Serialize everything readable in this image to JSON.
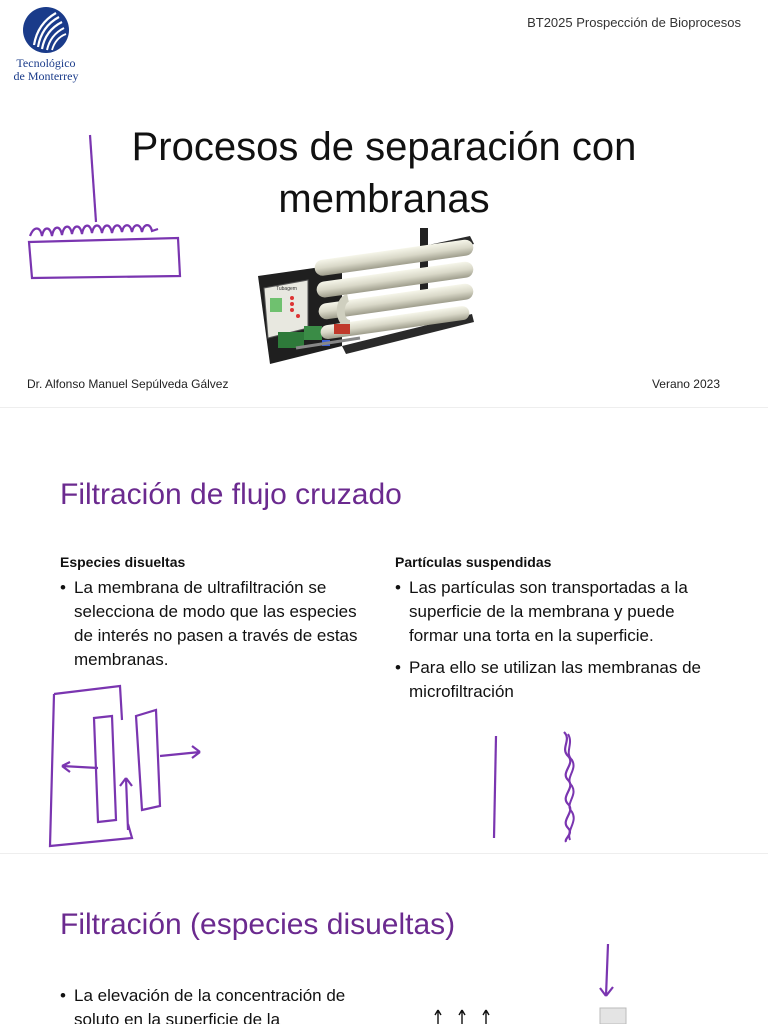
{
  "slide1": {
    "course": "BT2025 Prospección de Bioprocesos",
    "logo_line1": "Tecnológico",
    "logo_line2": "de Monterrey",
    "title_line1": "Procesos de separación con",
    "title_line2": "membranas",
    "panel_label": "Tubagem",
    "author": "Dr. Alfonso Manuel Sepúlveda Gálvez",
    "term": "Verano 2023"
  },
  "slide2": {
    "heading": "Filtración de flujo cruzado",
    "left": {
      "head": "Especies disueltas",
      "bullets": [
        "La membrana de ultrafiltración se selecciona de modo que las especies de interés no pasen a través de estas membranas."
      ]
    },
    "right": {
      "head": "Partículas suspendidas",
      "bullets": [
        "Las partículas son transportadas a la superficie de la membrana y puede formar una torta en la superficie.",
        "Para ello se utilizan las membranas de microfiltración"
      ]
    }
  },
  "slide3": {
    "heading": "Filtración (especies disueltas)",
    "bullets": [
      "La elevación de la concentración de soluto en la superficie de la"
    ]
  },
  "colors": {
    "accent": "#6b2a8f",
    "ink": "#7a35b0",
    "logo_blue": "#1a3b8a"
  }
}
